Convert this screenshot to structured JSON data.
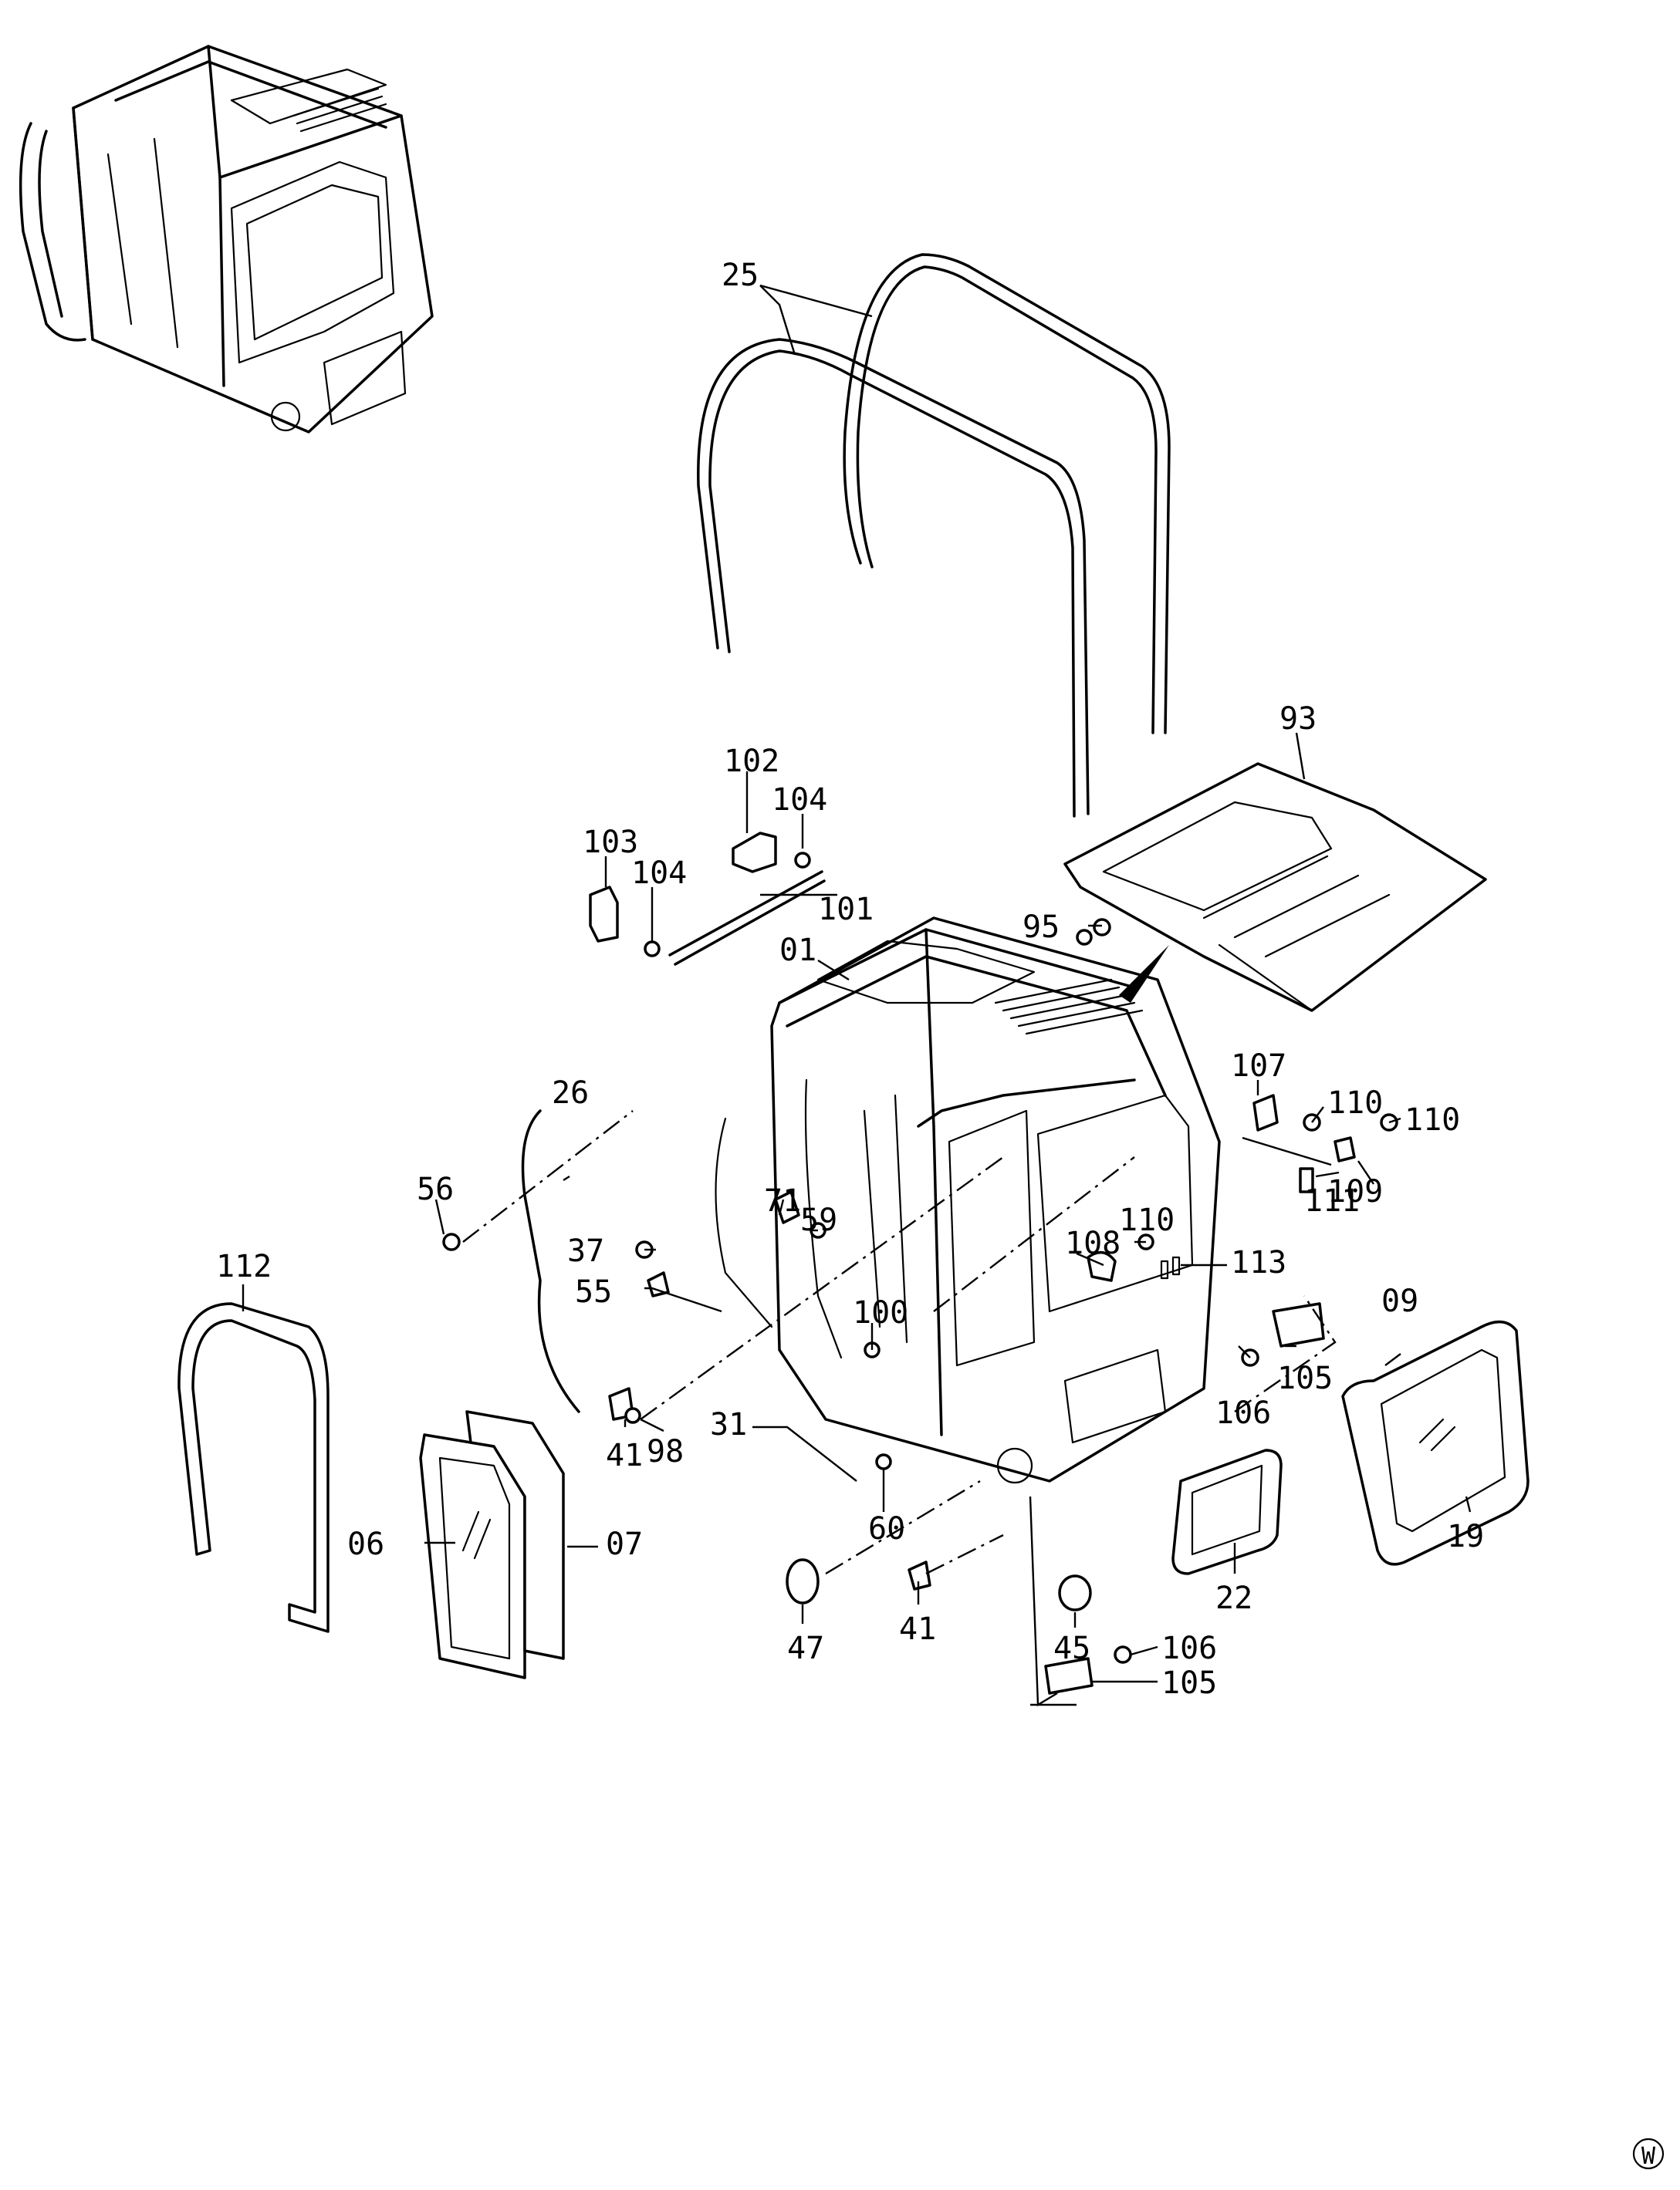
{
  "part_labels": {
    "p25": "25",
    "p93": "93",
    "p102": "102",
    "p104a": "104",
    "p103": "103",
    "p104b": "104",
    "p101": "101",
    "p95": "95",
    "p01": "01",
    "p107": "107",
    "p110a": "110",
    "p110b": "110",
    "p26": "26",
    "p56": "56",
    "p71": "71",
    "p59": "59",
    "p37": "37",
    "p55": "55",
    "p111": "111",
    "p109": "109",
    "p110c": "110",
    "p108": "108",
    "p113": "113",
    "p112": "112",
    "p09": "09",
    "p100": "100",
    "p105a": "105",
    "p106a": "106",
    "p31": "31",
    "p41a": "41",
    "p98": "98",
    "p60": "60",
    "p06": "06",
    "p07": "07",
    "p19": "19",
    "p22": "22",
    "p47": "47",
    "p41b": "41",
    "p45": "45",
    "p106b": "106",
    "p105b": "105"
  },
  "corner_mark": "W"
}
